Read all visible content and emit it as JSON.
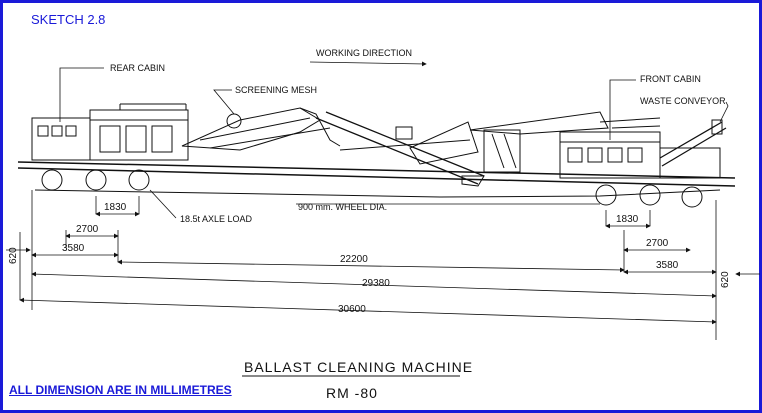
{
  "sketch_title": "SKETCH 2.8",
  "labels": {
    "rear_cabin": "REAR CABIN",
    "screening_mesh": "SCREENING MESH",
    "working_direction": "WORKING DIRECTION",
    "front_cabin": "FRONT CABIN",
    "waste_conveyor": "WASTE CONVEYOR",
    "wheel_dia": "900 mm. WHEEL DIA.",
    "axle_load": "18.5t AXLE LOAD"
  },
  "dimensions": {
    "rear_axle_pitch": "1830",
    "rear_bogie_2700": "2700",
    "rear_overhang_3580": "3580",
    "bogie_centres": "22200",
    "buffer_span": "29380",
    "overall_length": "30600",
    "front_axle_pitch": "1830",
    "front_bogie_2700": "2700",
    "front_overhang_3580": "3580",
    "left_height": "620",
    "right_height": "620"
  },
  "machine_title": "BALLAST CLEANING MACHINE",
  "machine_model": "RM -80",
  "footnote": "ALL DIMENSION ARE IN MILLIMETRES"
}
